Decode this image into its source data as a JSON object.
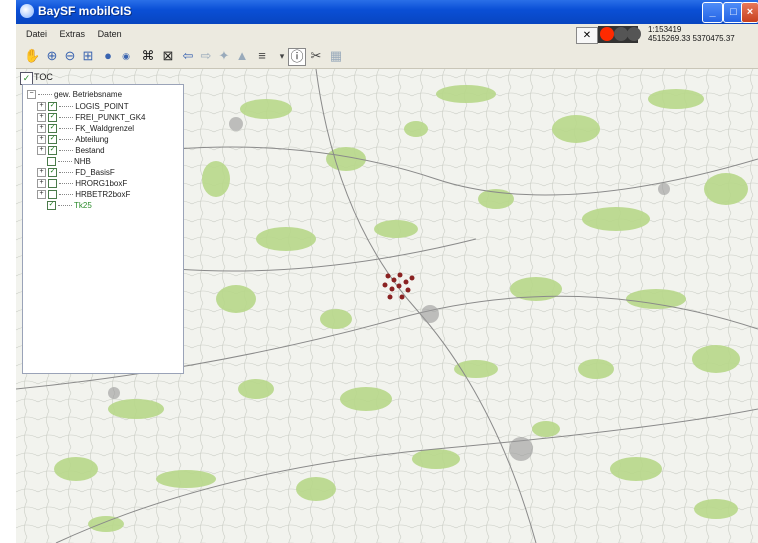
{
  "window": {
    "title": "BaySF mobilGIS"
  },
  "menu": [
    "Datei",
    "Extras",
    "Daten"
  ],
  "status": {
    "scale": "1:153419",
    "coordinates": "4515269.33 5370475.37"
  },
  "toolbar_icons": [
    "pan-hand-icon",
    "zoom-in-icon",
    "zoom-out-icon",
    "zoom-extent-icon",
    "globe-icon",
    "small-globe-icon",
    "fixed-zoom-in-icon",
    "fixed-zoom-out-icon",
    "back-arrow-icon",
    "forward-arrow-icon",
    "gps-icon",
    "select-cursor-icon",
    "layers-icon",
    "identify-icon",
    "measure-icon",
    "edit-icon"
  ],
  "toc": {
    "label": "TOC",
    "root": "gew. Betriebsname",
    "layers": [
      {
        "name": "LOGIS_POINT",
        "checked": true,
        "expandable": true
      },
      {
        "name": "FREI_PUNKT_GK4",
        "checked": true,
        "expandable": true
      },
      {
        "name": "FK_Waldgrenzel",
        "checked": true,
        "expandable": true
      },
      {
        "name": "Abteilung",
        "checked": true,
        "expandable": true
      },
      {
        "name": "Bestand",
        "checked": true,
        "expandable": true
      },
      {
        "name": "NHB",
        "checked": false,
        "expandable": false
      },
      {
        "name": "FD_BasisF",
        "checked": true,
        "expandable": true
      },
      {
        "name": "HRORG1boxF",
        "checked": false,
        "expandable": true
      },
      {
        "name": "HRBETR2boxF",
        "checked": false,
        "expandable": true
      },
      {
        "name": "Tk25",
        "checked": true,
        "expandable": false
      }
    ]
  },
  "colors": {
    "forest": "#b8d88a",
    "titlebar": "#0a4fd6",
    "marker": "#8a2222"
  }
}
